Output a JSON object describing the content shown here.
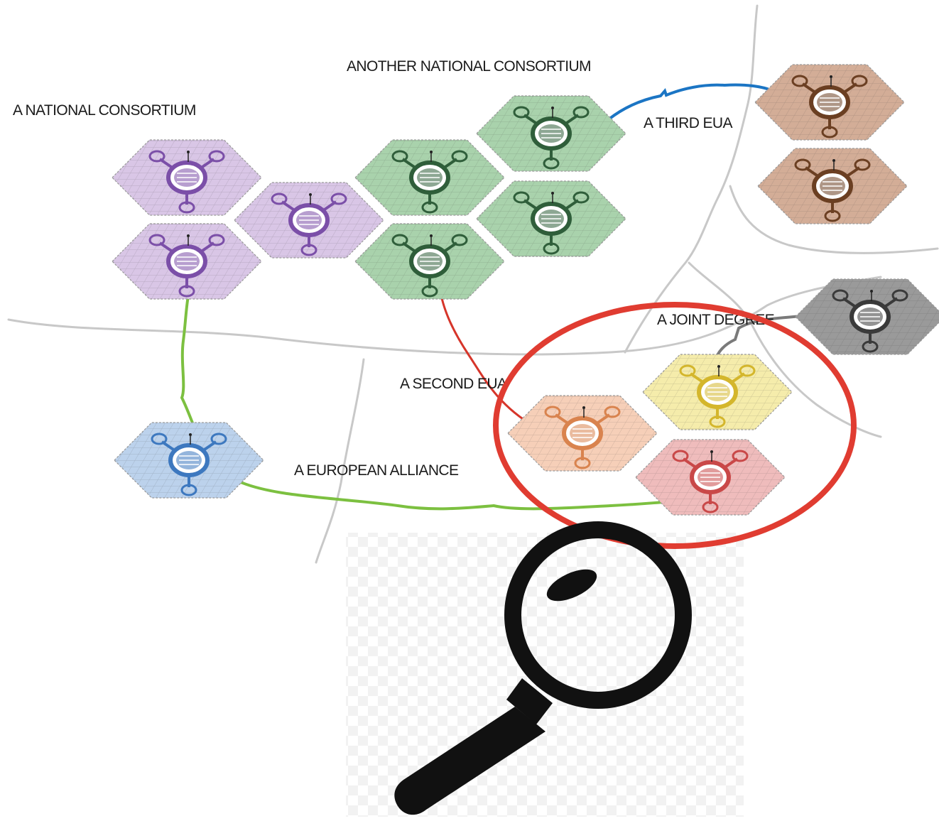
{
  "labels": {
    "national_consortium": "A NATIONAL CONSORTIUM",
    "another_national_consortium": "ANOTHER NATIONAL CONSORTIUM",
    "third_eua": "A THIRD EUA",
    "joint_degree": "A JOINT DEGREE",
    "second_eua": "A SECOND EUA",
    "european_alliance": "A EUROPEAN ALLIANCE"
  },
  "colors": {
    "purple": "#d9c6e6",
    "purple_dark": "#7b4fa8",
    "green": "#a9d2ac",
    "green_dark": "#2f5e3a",
    "brown": "#d3ad97",
    "brown_dark": "#6b3f22",
    "gray": "#9a9a9a",
    "gray_dark": "#3a3a3a",
    "blue": "#bcd2ec",
    "blue_dark": "#3d78bf",
    "peach": "#f6cfb8",
    "peach_dark": "#d9834e",
    "yellow": "#f5ecab",
    "yellow_dark": "#d4b62c",
    "pink": "#efbcbc",
    "pink_dark": "#c94848",
    "link_green": "#7cc040",
    "link_red": "#d6352a",
    "link_blue": "#1b75c4",
    "link_gray": "#7a7a7a",
    "highlight_ring": "#e03c31",
    "map_border": "#c8c8c8"
  },
  "icons": {
    "university_node": "university-network-icon",
    "magnifier": "magnifying-glass-icon"
  }
}
